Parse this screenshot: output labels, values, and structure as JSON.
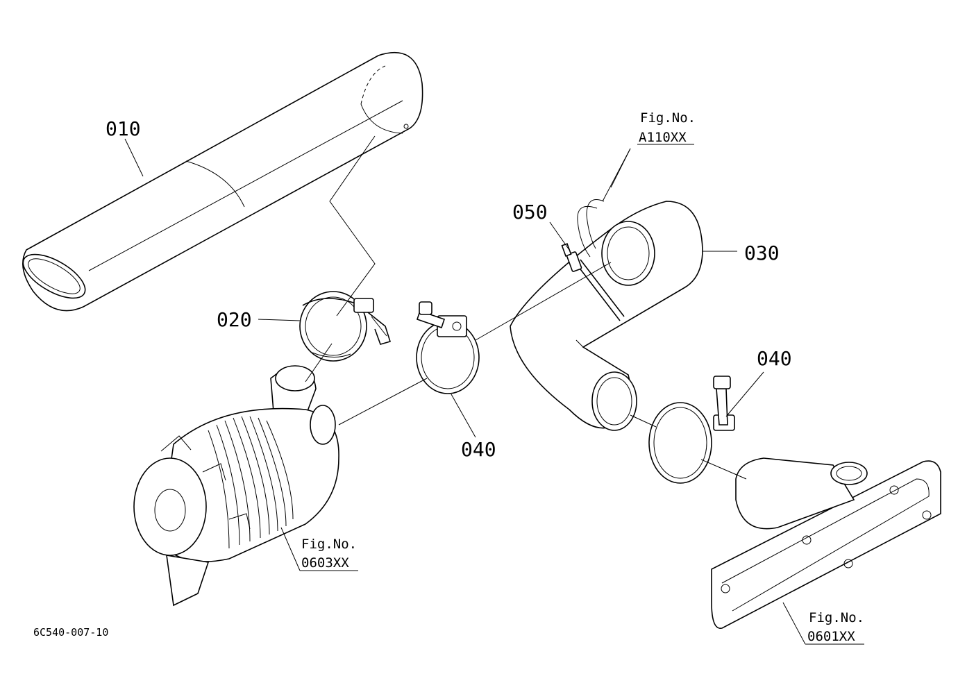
{
  "diagram": {
    "part_labels": {
      "p010": "010",
      "p020": "020",
      "p030": "030",
      "p040_left": "040",
      "p040_right": "040",
      "p050": "050"
    },
    "figure_refs": {
      "a110": {
        "line1": "Fig.No.",
        "line2": "A110XX"
      },
      "f0603": {
        "line1": "Fig.No.",
        "line2": "0603XX"
      },
      "f0601": {
        "line1": "Fig.No.",
        "line2": "0601XX"
      }
    },
    "drawing_number": "6C540-007-10"
  }
}
